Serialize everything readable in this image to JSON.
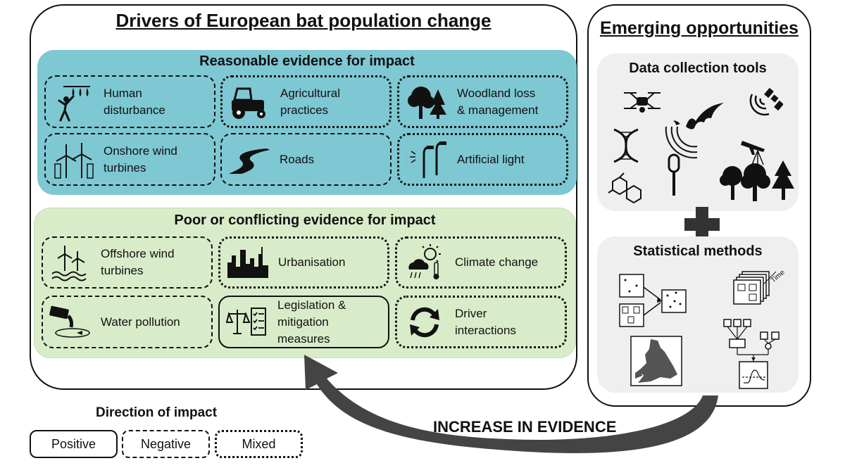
{
  "main_title": "Drivers of European bat population change",
  "side_title": "Emerging opportunities",
  "reasonable": {
    "title": "Reasonable evidence for impact",
    "cards": [
      {
        "label": "Human\ndisturbance",
        "direction": "negative",
        "icon": "human-disturbance-icon"
      },
      {
        "label": "Agricultural\npractices",
        "direction": "mixed",
        "icon": "tractor-icon"
      },
      {
        "label": "Woodland loss\n& management",
        "direction": "mixed",
        "icon": "trees-icon"
      },
      {
        "label": "Onshore wind\nturbines",
        "direction": "negative",
        "icon": "wind-turbine-icon"
      },
      {
        "label": "Roads",
        "direction": "negative",
        "icon": "road-icon"
      },
      {
        "label": "Artificial light",
        "direction": "mixed",
        "icon": "street-light-icon"
      }
    ]
  },
  "poor": {
    "title": "Poor or conflicting evidence for impact",
    "cards": [
      {
        "label": "Offshore wind\nturbines",
        "direction": "negative",
        "icon": "offshore-turbine-icon"
      },
      {
        "label": "Urbanisation",
        "direction": "mixed",
        "icon": "city-icon"
      },
      {
        "label": "Climate change",
        "direction": "mixed",
        "icon": "weather-icon"
      },
      {
        "label": "Water pollution",
        "direction": "negative",
        "icon": "pollution-pipe-icon"
      },
      {
        "label": "Legislation &\nmitigation\nmeasures",
        "direction": "positive",
        "icon": "scales-checklist-icon"
      },
      {
        "label": "Driver\ninteractions",
        "direction": "mixed",
        "icon": "cycle-arrows-icon"
      }
    ]
  },
  "data_tools": {
    "title": "Data collection tools"
  },
  "stat_methods": {
    "title": "Statistical methods",
    "time_label": "Time"
  },
  "legend": {
    "title": "Direction of impact",
    "items": [
      {
        "label": "Positive",
        "style": "positive"
      },
      {
        "label": "Negative",
        "style": "negative"
      },
      {
        "label": "Mixed",
        "style": "mixed"
      }
    ]
  },
  "arrow_label": "INCREASE IN EVIDENCE"
}
